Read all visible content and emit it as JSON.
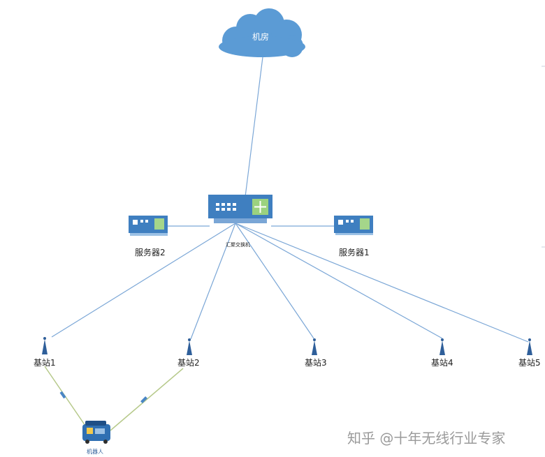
{
  "diagram": {
    "cloud_label": "机房",
    "switch_label": "汇聚交换机",
    "servers": [
      {
        "label": "服务器2"
      },
      {
        "label": "服务器1"
      }
    ],
    "base_stations": [
      {
        "label": "基站1"
      },
      {
        "label": "基站2"
      },
      {
        "label": "基站3"
      },
      {
        "label": "基站4"
      },
      {
        "label": "基站5"
      }
    ],
    "robot_label": "机器人",
    "watermark": "知乎 @十年无线行业专家"
  },
  "colors": {
    "device_blue": "#3f7fc0",
    "cloud_blue": "#5b9bd5",
    "link_blue": "#7aa6d6",
    "wireless_green": "#b6c98a"
  }
}
